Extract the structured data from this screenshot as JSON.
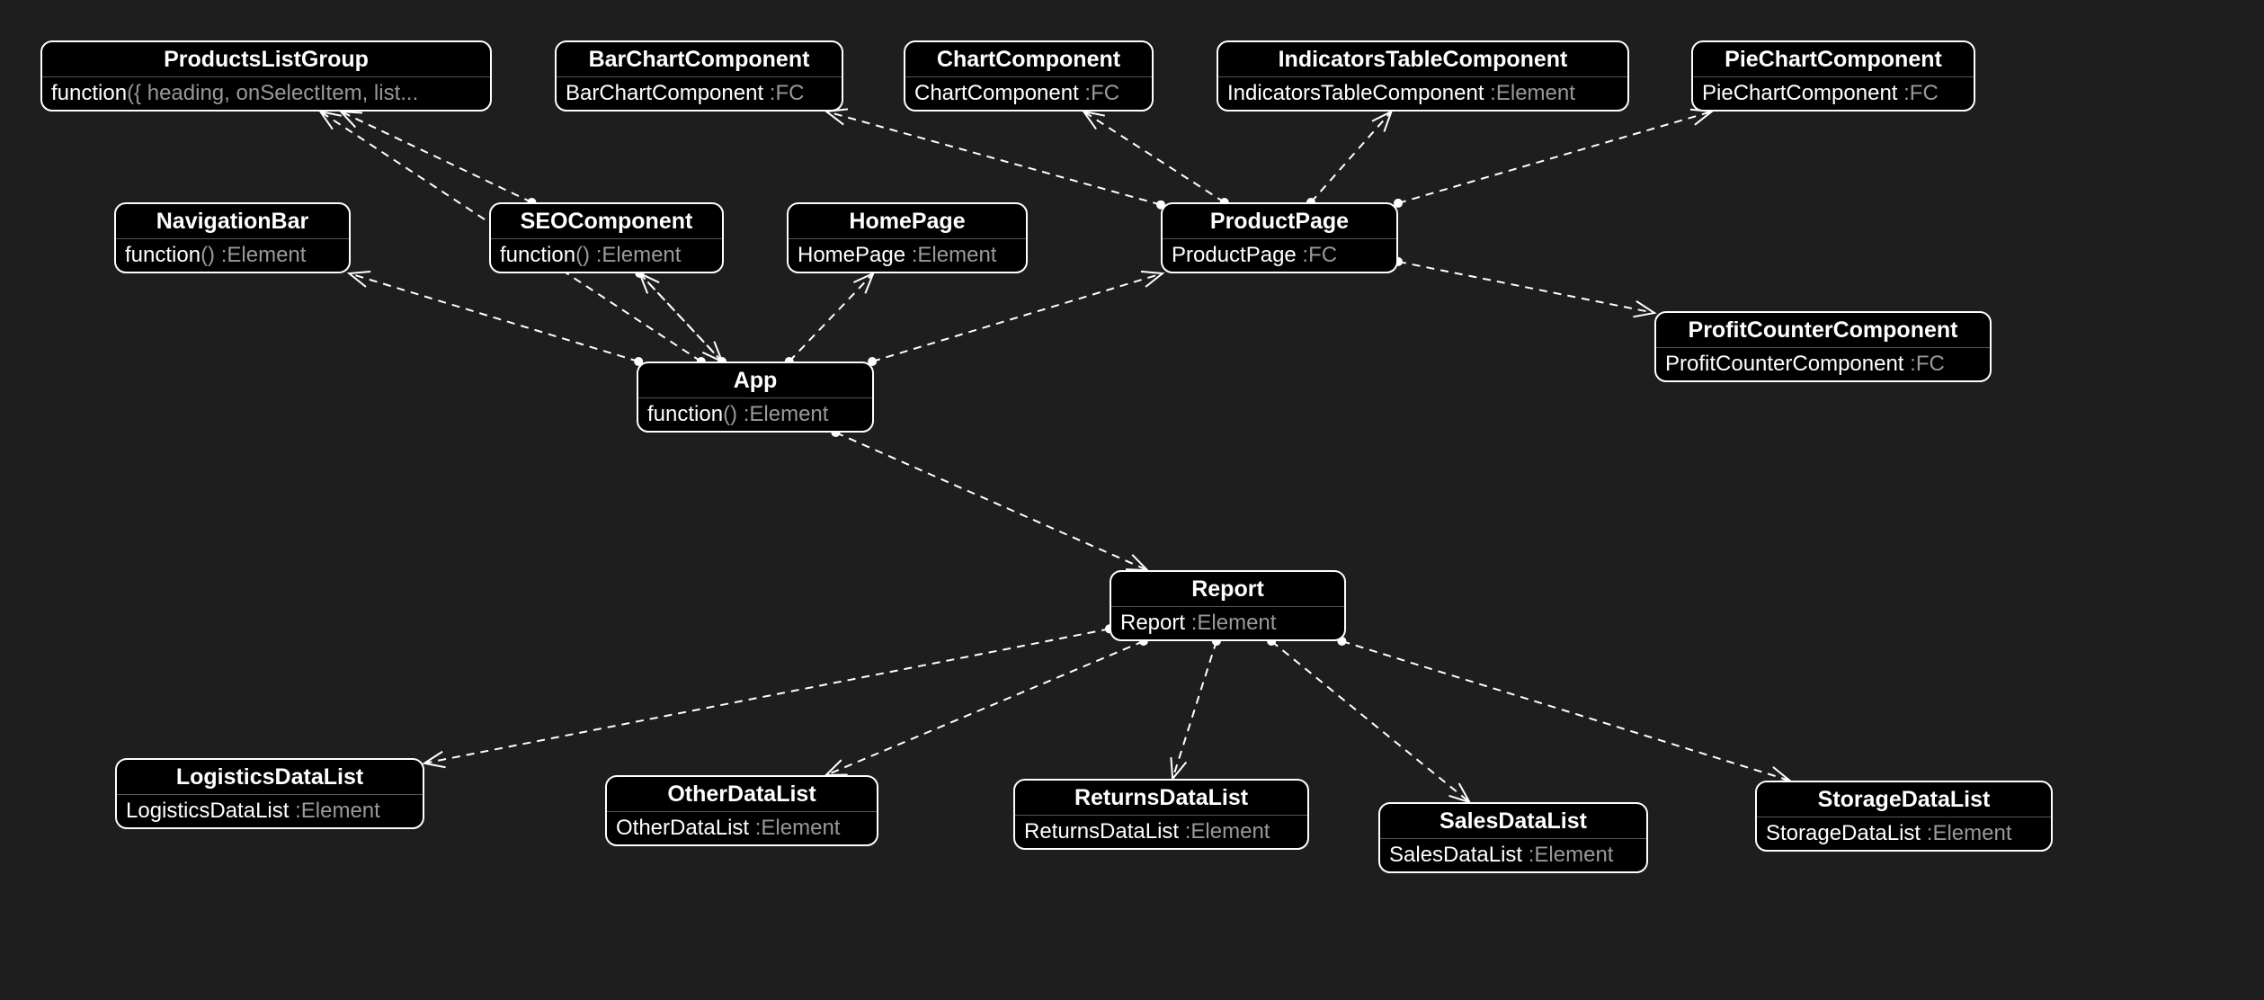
{
  "colors": {
    "background": "#1e1e1e",
    "node_fill": "#000000",
    "node_border": "#ffffff",
    "type_text": "#999999",
    "edge": "#ffffff"
  },
  "nodes": {
    "productslistgroup": {
      "name": "ProductsListGroup",
      "sig_main": "function",
      "sig_dim": "({ heading, onSelectItem, list..."
    },
    "barchartcomponent": {
      "name": "BarChartComponent",
      "sig_main": "BarChartComponent",
      "sig_dim": " :FC"
    },
    "chartcomponent": {
      "name": "ChartComponent",
      "sig_main": "ChartComponent",
      "sig_dim": " :FC"
    },
    "indicatorstablecomponent": {
      "name": "IndicatorsTableComponent",
      "sig_main": "IndicatorsTableComponent",
      "sig_dim": " :Element"
    },
    "piechartcomponent": {
      "name": "PieChartComponent",
      "sig_main": "PieChartComponent",
      "sig_dim": " :FC"
    },
    "navigationbar": {
      "name": "NavigationBar",
      "sig_main": "function",
      "sig_dim": "() :Element"
    },
    "seocomponent": {
      "name": "SEOComponent",
      "sig_main": "function",
      "sig_dim": "() :Element"
    },
    "homepage": {
      "name": "HomePage",
      "sig_main": "HomePage",
      "sig_dim": " :Element"
    },
    "productpage": {
      "name": "ProductPage",
      "sig_main": "ProductPage",
      "sig_dim": " :FC"
    },
    "profitcountercomponent": {
      "name": "ProfitCounterComponent",
      "sig_main": "ProfitCounterComponent",
      "sig_dim": " :FC"
    },
    "app": {
      "name": "App",
      "sig_main": "function",
      "sig_dim": "() :Element"
    },
    "report": {
      "name": "Report",
      "sig_main": "Report",
      "sig_dim": " :Element"
    },
    "logisticsdatalist": {
      "name": "LogisticsDataList",
      "sig_main": "LogisticsDataList",
      "sig_dim": " :Element"
    },
    "otherdatalist": {
      "name": "OtherDataList",
      "sig_main": "OtherDataList",
      "sig_dim": " :Element"
    },
    "returnsdatalist": {
      "name": "ReturnsDataList",
      "sig_main": "ReturnsDataList",
      "sig_dim": " :Element"
    },
    "salesdatalist": {
      "name": "SalesDataList",
      "sig_main": "SalesDataList",
      "sig_dim": " :Element"
    },
    "storagedatalist": {
      "name": "StorageDataList",
      "sig_main": "StorageDataList",
      "sig_dim": " :Element"
    }
  },
  "edges": [
    {
      "from": "seocomponent",
      "to": "productslistgroup"
    },
    {
      "from": "app",
      "to": "productslistgroup"
    },
    {
      "from": "app",
      "to": "navigationbar"
    },
    {
      "from": "app",
      "to": "seocomponent"
    },
    {
      "from": "seocomponent",
      "to": "app"
    },
    {
      "from": "app",
      "to": "homepage"
    },
    {
      "from": "app",
      "to": "productpage"
    },
    {
      "from": "productpage",
      "to": "barchartcomponent"
    },
    {
      "from": "productpage",
      "to": "chartcomponent"
    },
    {
      "from": "productpage",
      "to": "indicatorstablecomponent"
    },
    {
      "from": "productpage",
      "to": "piechartcomponent"
    },
    {
      "from": "productpage",
      "to": "profitcountercomponent"
    },
    {
      "from": "app",
      "to": "report"
    },
    {
      "from": "report",
      "to": "logisticsdatalist"
    },
    {
      "from": "report",
      "to": "otherdatalist"
    },
    {
      "from": "report",
      "to": "returnsdatalist"
    },
    {
      "from": "report",
      "to": "salesdatalist"
    },
    {
      "from": "report",
      "to": "storagedatalist"
    }
  ]
}
